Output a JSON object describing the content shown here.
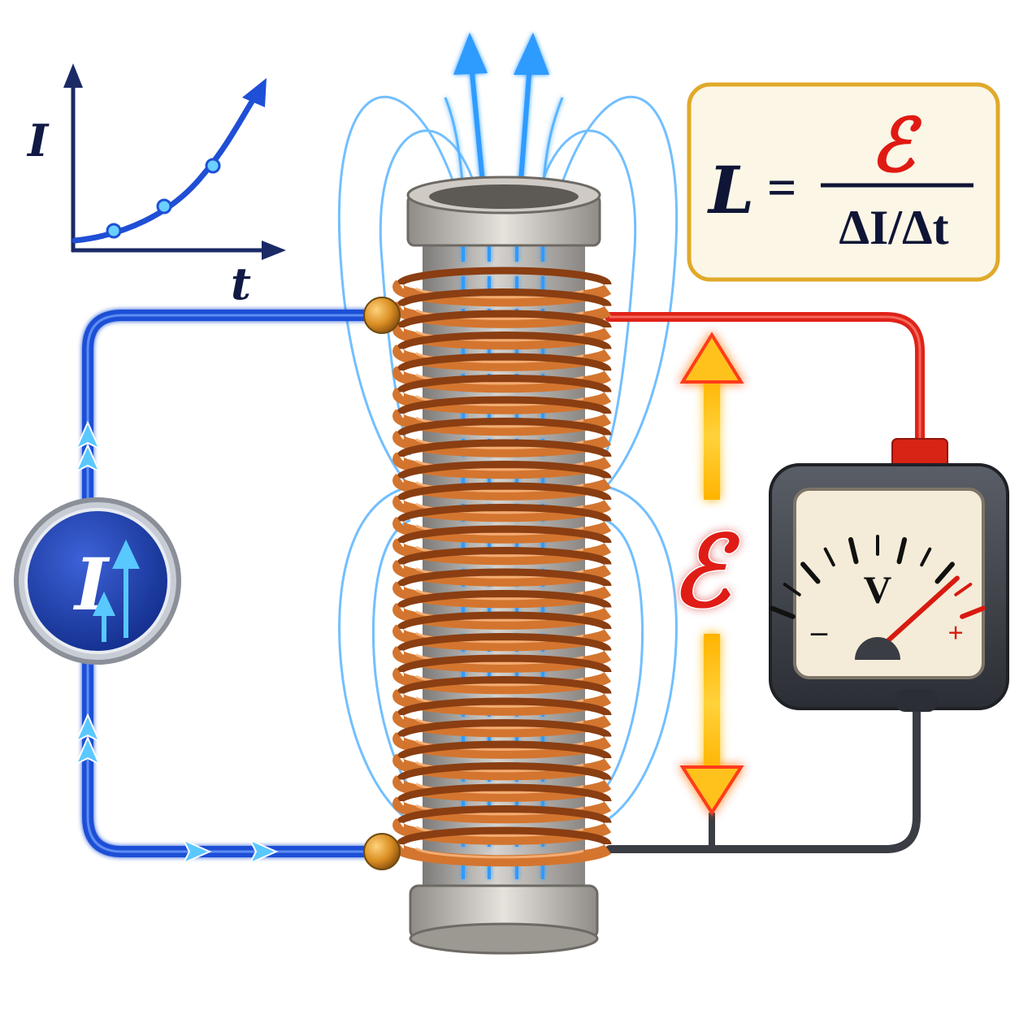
{
  "graph": {
    "y_axis_label": "I",
    "x_axis_label": "t"
  },
  "formula": {
    "lhs": "L",
    "equals": "=",
    "numerator": "ℰ",
    "denominator": "ΔI/Δt"
  },
  "source": {
    "symbol": "I"
  },
  "emf": {
    "symbol": "ℰ"
  },
  "voltmeter": {
    "unit": "V",
    "minus": "–",
    "plus": "+",
    "needle_level": 0.85
  },
  "colors": {
    "wire_blue": "#1f4fd6",
    "wire_red": "#e02218",
    "wire_dark": "#3a3d44",
    "copper": "#c8692a",
    "field_blue": "#3aa0ff",
    "emf_red": "#e01a12",
    "emf_yellow": "#ffc21a",
    "formula_border": "#e0a92a",
    "formula_bg": "#fbf6e6"
  }
}
